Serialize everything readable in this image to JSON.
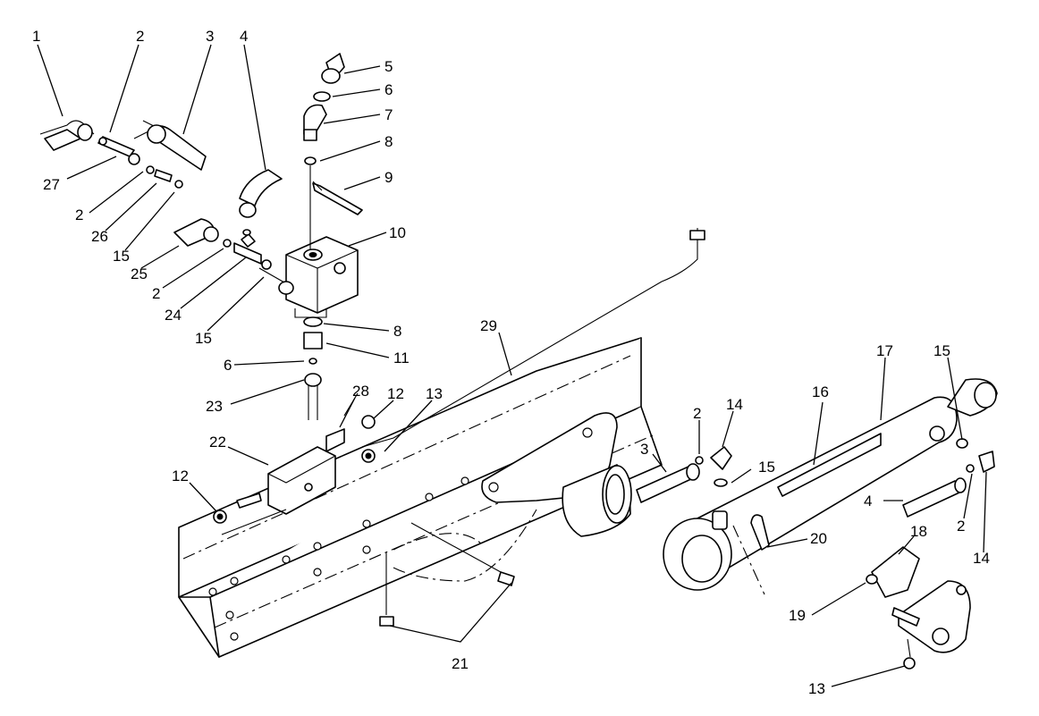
{
  "callouts": [
    {
      "id": "c1",
      "text": "1"
    },
    {
      "id": "c2a",
      "text": "2"
    },
    {
      "id": "c3a",
      "text": "3"
    },
    {
      "id": "c4a",
      "text": "4"
    },
    {
      "id": "c5",
      "text": "5"
    },
    {
      "id": "c6a",
      "text": "6"
    },
    {
      "id": "c7",
      "text": "7"
    },
    {
      "id": "c8a",
      "text": "8"
    },
    {
      "id": "c9",
      "text": "9"
    },
    {
      "id": "c10",
      "text": "10"
    },
    {
      "id": "c27",
      "text": "27"
    },
    {
      "id": "c2b",
      "text": "2"
    },
    {
      "id": "c26",
      "text": "26"
    },
    {
      "id": "c15a",
      "text": "15"
    },
    {
      "id": "c25",
      "text": "25"
    },
    {
      "id": "c2c",
      "text": "2"
    },
    {
      "id": "c24",
      "text": "24"
    },
    {
      "id": "c15b",
      "text": "15"
    },
    {
      "id": "c8b",
      "text": "8"
    },
    {
      "id": "c11",
      "text": "11"
    },
    {
      "id": "c6b",
      "text": "6"
    },
    {
      "id": "c23",
      "text": "23"
    },
    {
      "id": "c29",
      "text": "29"
    },
    {
      "id": "c28",
      "text": "28"
    },
    {
      "id": "c12a",
      "text": "12"
    },
    {
      "id": "c13a",
      "text": "13"
    },
    {
      "id": "c22",
      "text": "22"
    },
    {
      "id": "c12b",
      "text": "12"
    },
    {
      "id": "c21",
      "text": "21"
    },
    {
      "id": "c17",
      "text": "17"
    },
    {
      "id": "c15c",
      "text": "15"
    },
    {
      "id": "c16",
      "text": "16"
    },
    {
      "id": "c2d",
      "text": "2"
    },
    {
      "id": "c14a",
      "text": "14"
    },
    {
      "id": "c3b",
      "text": "3"
    },
    {
      "id": "c15d",
      "text": "15"
    },
    {
      "id": "c4b",
      "text": "4"
    },
    {
      "id": "c2e",
      "text": "2"
    },
    {
      "id": "c14b",
      "text": "14"
    },
    {
      "id": "c20",
      "text": "20"
    },
    {
      "id": "c18",
      "text": "18"
    },
    {
      "id": "c19",
      "text": "19"
    },
    {
      "id": "c13b",
      "text": "13"
    }
  ]
}
